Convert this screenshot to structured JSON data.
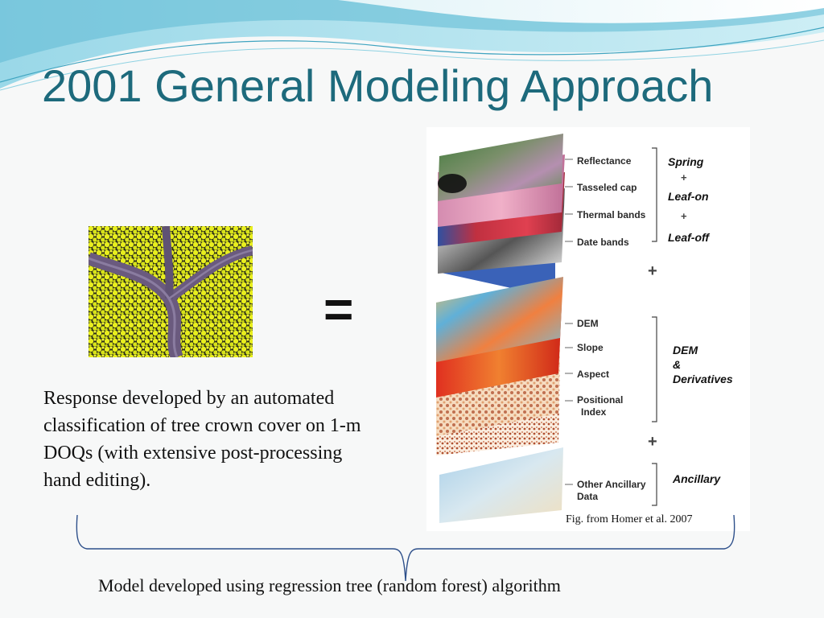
{
  "slide": {
    "title": "2001 General Modeling Approach",
    "equals": "=",
    "response_text": "Response developed by an automated classification of tree crown cover on 1-m DOQs (with extensive post-processing hand editing).",
    "model_text": "Model developed using regression tree (random forest) algorithm"
  },
  "figure": {
    "caption": "Fig. from Homer et al. 2007",
    "spectral_layers": [
      "Reflectance",
      "Tasseled cap",
      "Thermal bands",
      "Date bands"
    ],
    "spectral_groups": [
      "Spring",
      "Leaf-on",
      "Leaf-off"
    ],
    "terrain_layers": [
      "DEM",
      "Slope",
      "Aspect",
      "Positional",
      "Index"
    ],
    "terrain_group": [
      "DEM",
      "&",
      "Derivatives"
    ],
    "ancillary_layer": [
      "Other Ancillary",
      "Data"
    ],
    "ancillary_group": "Ancillary",
    "plus": "+"
  },
  "colors": {
    "title": "#1d6a7c",
    "wave_light": "#bfe6f0",
    "wave_mid": "#7fcde0",
    "wave_dark": "#3fa4c0",
    "tree_yellow": "#e8ee1e",
    "road_purple": "#6a5a7e"
  }
}
